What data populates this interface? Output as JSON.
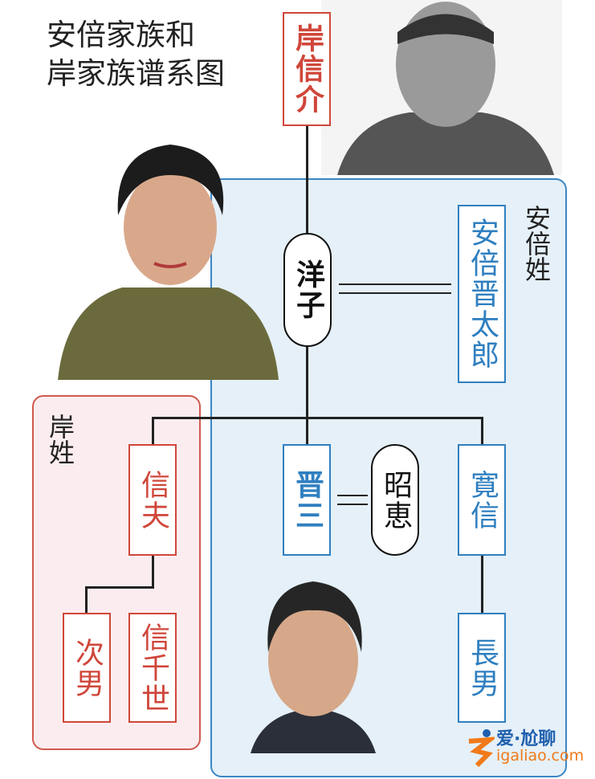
{
  "title": {
    "line1": "安倍家族和",
    "line2": "岸家族谱系图"
  },
  "people": {
    "kishi_nobusuke": "岸信介",
    "yoko": "洋子",
    "abe_shintaro": "安倍晋太郎",
    "nobuo": "信夫",
    "shinzo": "晋三",
    "akie": "昭恵",
    "hironobu": "寛信",
    "second_son": "次男",
    "nobuchiyo": "信千世",
    "eldest_son": "長男"
  },
  "surnames": {
    "abe": "安倍姓",
    "kishi": "岸姓"
  },
  "watermark": {
    "brand": "爱·尬聊",
    "url": "igaliao.com"
  },
  "colors": {
    "kishi": "#d0463a",
    "abe": "#2f7fc0"
  }
}
